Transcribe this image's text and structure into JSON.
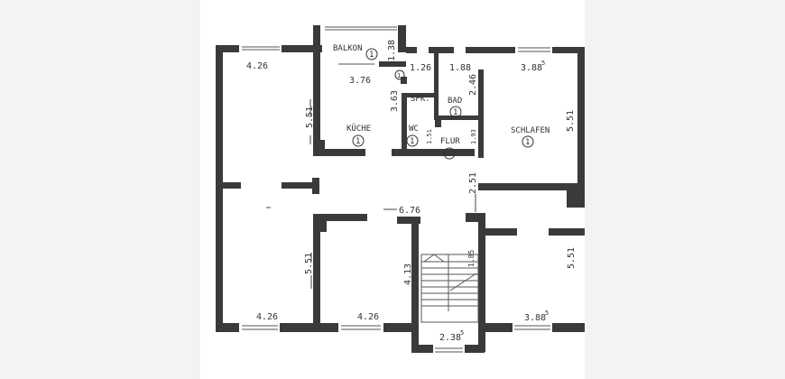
{
  "rooms": {
    "balkon": "BALKON",
    "kueche": "KÜCHE",
    "spk": "SPK.",
    "bad": "BAD",
    "wc": "WC",
    "flur": "FLUR",
    "schlafen": "SCHLAFEN"
  },
  "room_number": "1",
  "dimensions": {
    "top_left_width": "4.26",
    "top_left_depth": "5.51",
    "balkon_depth": "1.38",
    "kueche_width": "3.76",
    "kueche_depth": "3.63",
    "spk_width": "1.26",
    "bad_width": "1.88",
    "bad_depth": "2.46",
    "wc_depth": "1.51",
    "flur_depth": "1.93",
    "schlafen_width": "3.88",
    "schlafen_depth": "5.51",
    "corridor_width": "6.76",
    "corridor_depth": "2.51",
    "bottom_left_width": "4.26",
    "bottom_left_depth": "5.51",
    "bottom_mid_width": "4.26",
    "stair_depth": "4.13",
    "stair_width": "2.38",
    "stair_landing": "1.85",
    "bottom_right_width": "3.88",
    "bottom_right_depth": "5.51"
  },
  "superscript": "5"
}
